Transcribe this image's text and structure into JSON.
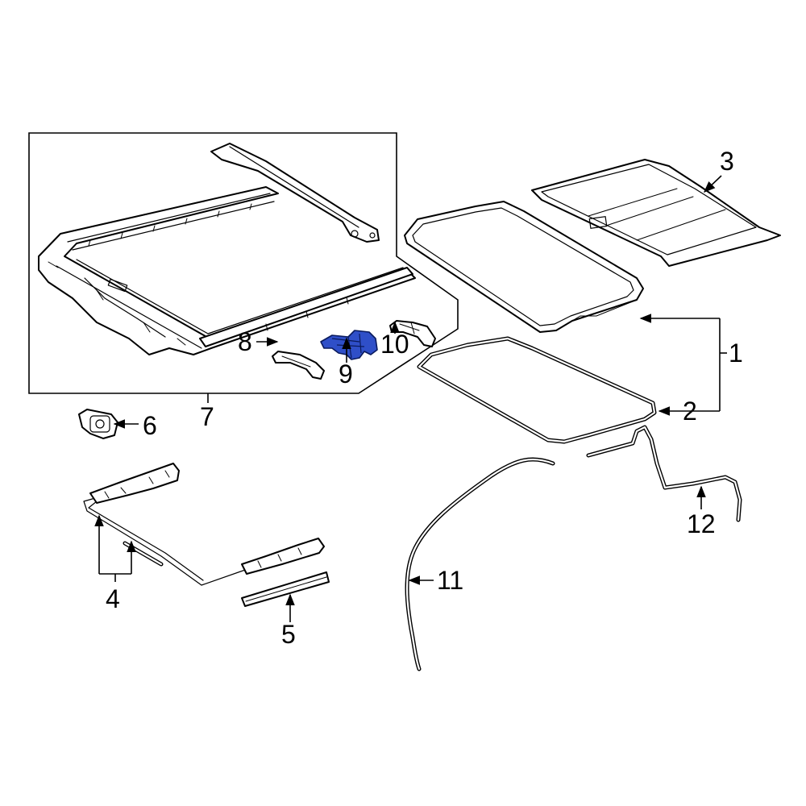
{
  "colors": {
    "line": "#000000",
    "background": "#ffffff",
    "highlight": "#2f4fc8"
  },
  "callouts": [
    {
      "id": "1",
      "label": "1"
    },
    {
      "id": "2",
      "label": "2"
    },
    {
      "id": "3",
      "label": "3"
    },
    {
      "id": "4",
      "label": "4"
    },
    {
      "id": "5",
      "label": "5"
    },
    {
      "id": "6",
      "label": "6"
    },
    {
      "id": "7",
      "label": "7"
    },
    {
      "id": "8",
      "label": "8"
    },
    {
      "id": "9",
      "label": "9"
    },
    {
      "id": "10",
      "label": "10"
    },
    {
      "id": "11",
      "label": "11"
    },
    {
      "id": "12",
      "label": "12"
    }
  ],
  "highlighted_part": "9"
}
